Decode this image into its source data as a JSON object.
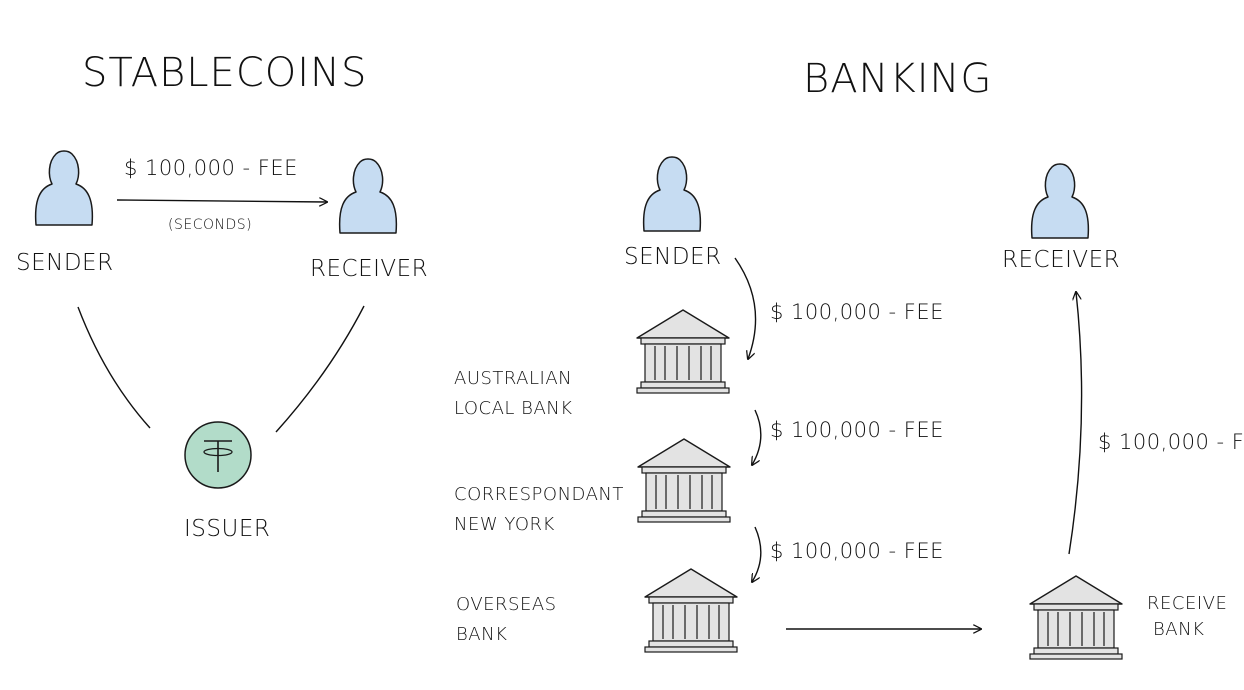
{
  "stablecoins": {
    "title": "STABLECOINS",
    "sender": "SENDER",
    "receiver": "RECEIVER",
    "fee": "$ 100,000 - FEE",
    "time": "(SECONDS)",
    "issuer": "ISSUER"
  },
  "banking": {
    "title": "BANKING",
    "sender": "SENDER",
    "receiver": "RECEIVER",
    "fee1": "$ 100,000 - FEE",
    "fee2": "$ 100,000 - FEE",
    "fee3": "$ 100,000 - FEE",
    "fee4": "$ 100,000 - F",
    "bank1_line1": "AUSTRALIAN",
    "bank1_line2": "LOCAL BANK",
    "bank2_line1": "CORRESPONDANT",
    "bank2_line2": "NEW YORK",
    "bank3_line1": "OVERSEAS",
    "bank3_line2": "BANK",
    "bank4_line1": "RECEIVE",
    "bank4_line2": "BANK"
  },
  "colors": {
    "person_fill": "#c6dcf2",
    "issuer_fill": "#b2dcc9",
    "bank_fill": "#e3e3e3",
    "stroke": "#111111"
  }
}
